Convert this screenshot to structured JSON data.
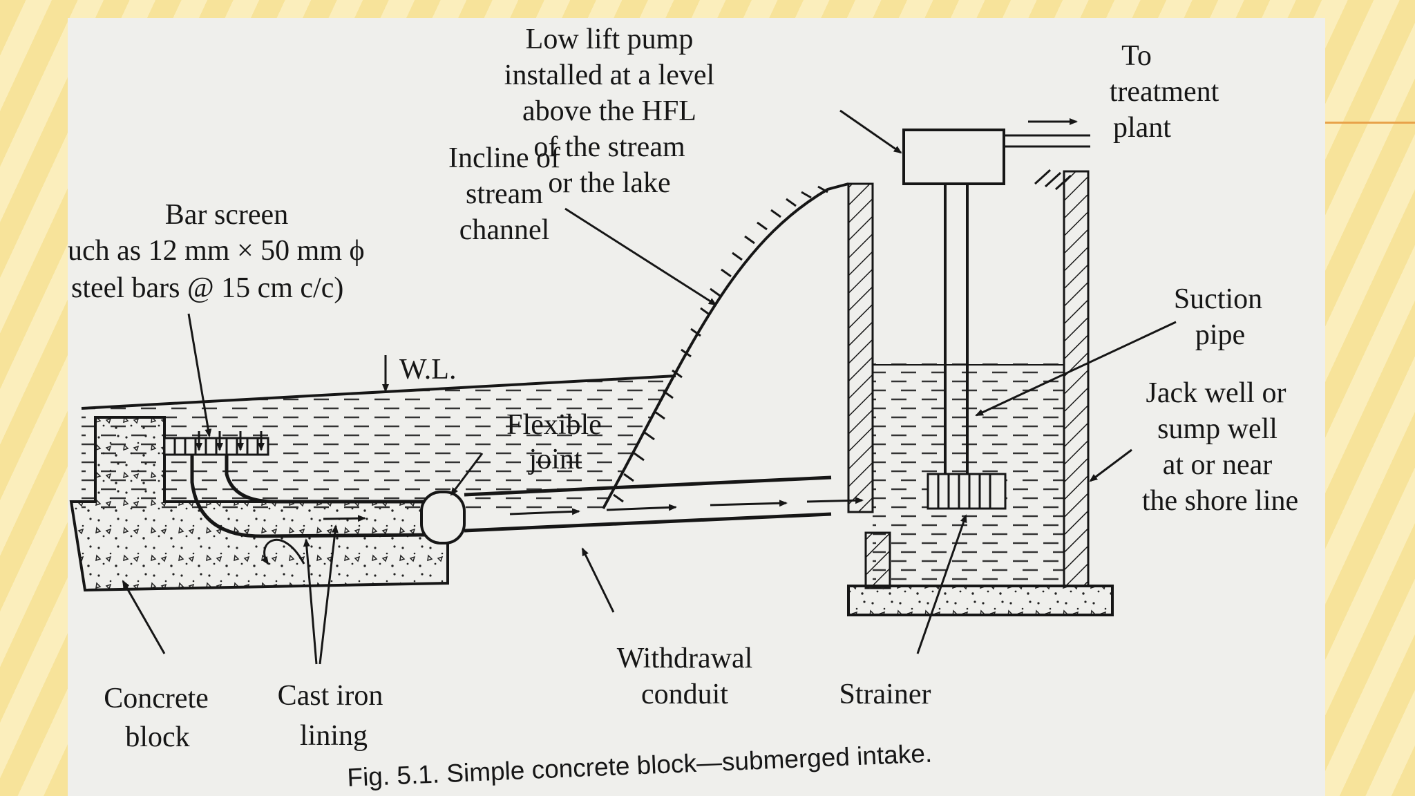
{
  "colors": {
    "background_stripe_a": "#f7e39a",
    "background_stripe_b": "#fbeebc",
    "paper": "#efefec",
    "ink": "#161616",
    "accent_line": "#e8a24a"
  },
  "labels": {
    "low_lift_pump": [
      "Low lift pump",
      "installed at a level",
      "above the HFL",
      "of the stream",
      "or the lake"
    ],
    "to_treatment_plant": [
      "To",
      "treatment",
      "plant"
    ],
    "incline": [
      "Incline of",
      "stream",
      "channel"
    ],
    "bar_screen": [
      "Bar screen",
      "uch as 12 mm × 50 mm ϕ",
      "steel bars @ 15 cm c/c)"
    ],
    "water_level": "W.L.",
    "suction_pipe": [
      "Suction",
      "pipe"
    ],
    "jack_well": [
      "Jack well or",
      "sump well",
      "at or near",
      "the shore line"
    ],
    "flexible_joint": [
      "Flexible",
      "joint"
    ],
    "withdrawal_conduit": [
      "Withdrawal",
      "conduit"
    ],
    "strainer": "Strainer",
    "concrete_block": [
      "Concrete",
      "block"
    ],
    "cast_iron_lining": [
      "Cast iron",
      "lining"
    ]
  },
  "caption": "Fig. 5.1. Simple concrete block—submerged intake."
}
